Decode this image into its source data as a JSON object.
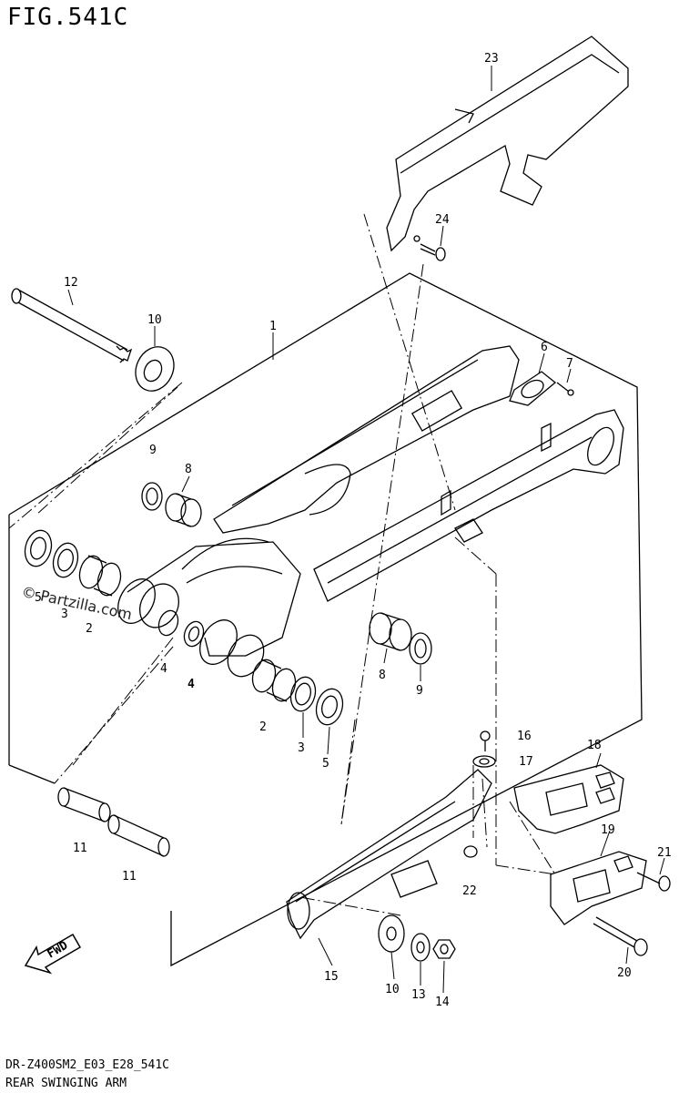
{
  "header": {
    "title": "FIG.541C"
  },
  "footer": {
    "code": "DR-Z400SM2_E03_E28_541C",
    "name": "REAR SWINGING ARM"
  },
  "watermark": {
    "text": "© Partzilla.com"
  },
  "fwd": {
    "text": "FWD"
  },
  "callouts": {
    "c23": "23",
    "c24": "24",
    "c12": "12",
    "c10a": "10",
    "c1": "1",
    "c6": "6",
    "c7": "7",
    "c9a": "9",
    "c8a": "8",
    "c5a": "5",
    "c3a": "3",
    "c2a": "2",
    "c4a": "4",
    "c4b": "4",
    "c8b": "8",
    "c9b": "9",
    "c2b": "2",
    "c3b": "3",
    "c5b": "5",
    "c11a": "11",
    "c11b": "11",
    "c16": "16",
    "c17": "17",
    "c18": "18",
    "c19": "19",
    "c21": "21",
    "c22": "22",
    "c15": "15",
    "c10b": "10",
    "c13": "13",
    "c14": "14",
    "c20": "20"
  },
  "colors": {
    "ink": "#000000",
    "paper": "#ffffff"
  }
}
